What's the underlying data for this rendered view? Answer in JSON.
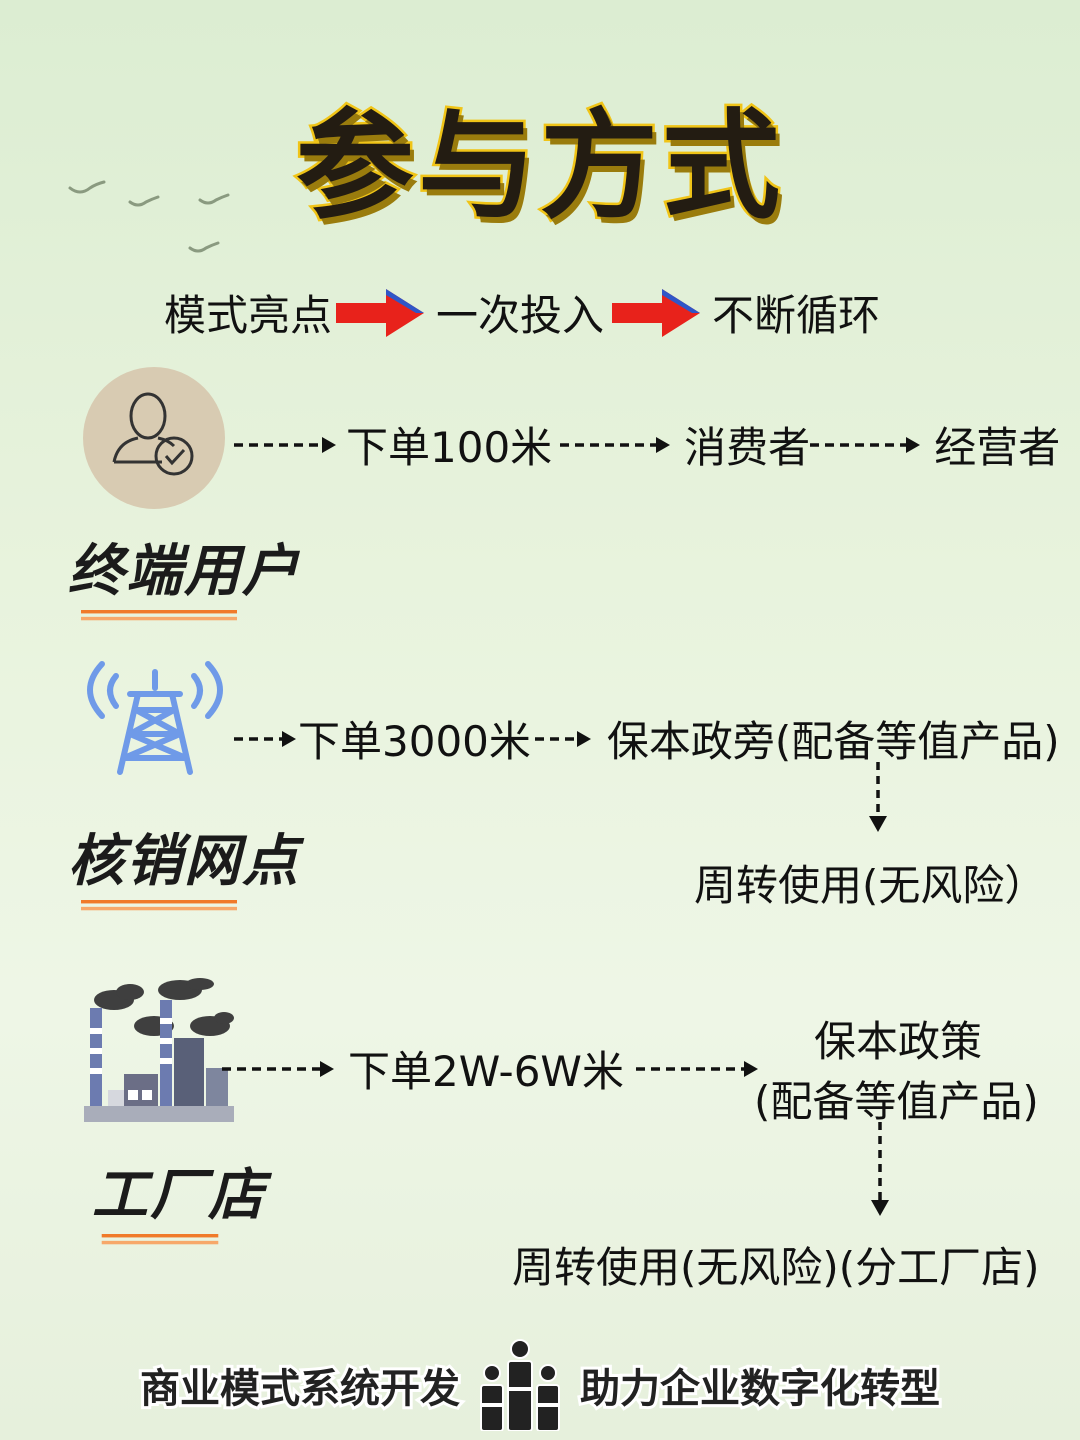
{
  "title": "参与方式",
  "highlight": {
    "step1": "模式亮点",
    "step2": "一次投入",
    "step3": "不断循环"
  },
  "sections": {
    "end_user": {
      "label": "终端用户",
      "order": "下单100米",
      "node2": "消费者",
      "node3": "经营者"
    },
    "outlet": {
      "label": "核销网点",
      "order": "下单3000米",
      "policy": "保本政旁(配备等值产品)",
      "result": "周转使用(无风险）"
    },
    "factory": {
      "label": "工厂店",
      "order": "下单2W-6W米",
      "policy_line1": "保本政策",
      "policy_line2": "(配备等值产品)",
      "result": "周转使用(无风险)(分工厂店)"
    }
  },
  "footer": {
    "left": "商业模式系统开发",
    "right": "助力企业数字化转型"
  },
  "colors": {
    "title_fill": "#231c12",
    "title_stroke": "#f0c417",
    "red_arrow": "#e8221b",
    "underline": "#f07a2a",
    "tower": "#6f9ae8",
    "avatar_bg": "#d8cbb2"
  },
  "icons": {
    "end_user": "user-check-icon",
    "outlet": "signal-tower-icon",
    "factory": "factory-icon",
    "footer": "people-podium-icon"
  }
}
